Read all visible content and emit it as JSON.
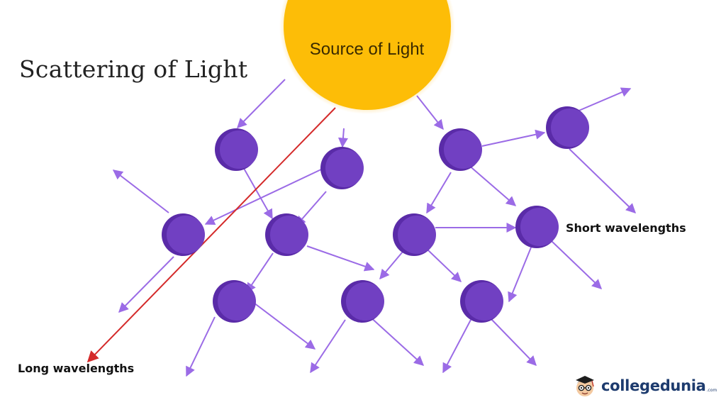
{
  "diagram": {
    "title": "Scattering of Light",
    "source_label": "Source of Light",
    "short_label": "Short wavelengths",
    "long_label": "Long wavelengths",
    "colors": {
      "sun": "#fdbd07",
      "particle": "#7140c2",
      "particle_dark": "#5a2ba8",
      "ray": "#9b6be6",
      "long_ray": "#d42a2a"
    }
  },
  "brand": {
    "name": "collegedunia",
    "suffix": ".com",
    "icon": "student-mascot-icon"
  }
}
